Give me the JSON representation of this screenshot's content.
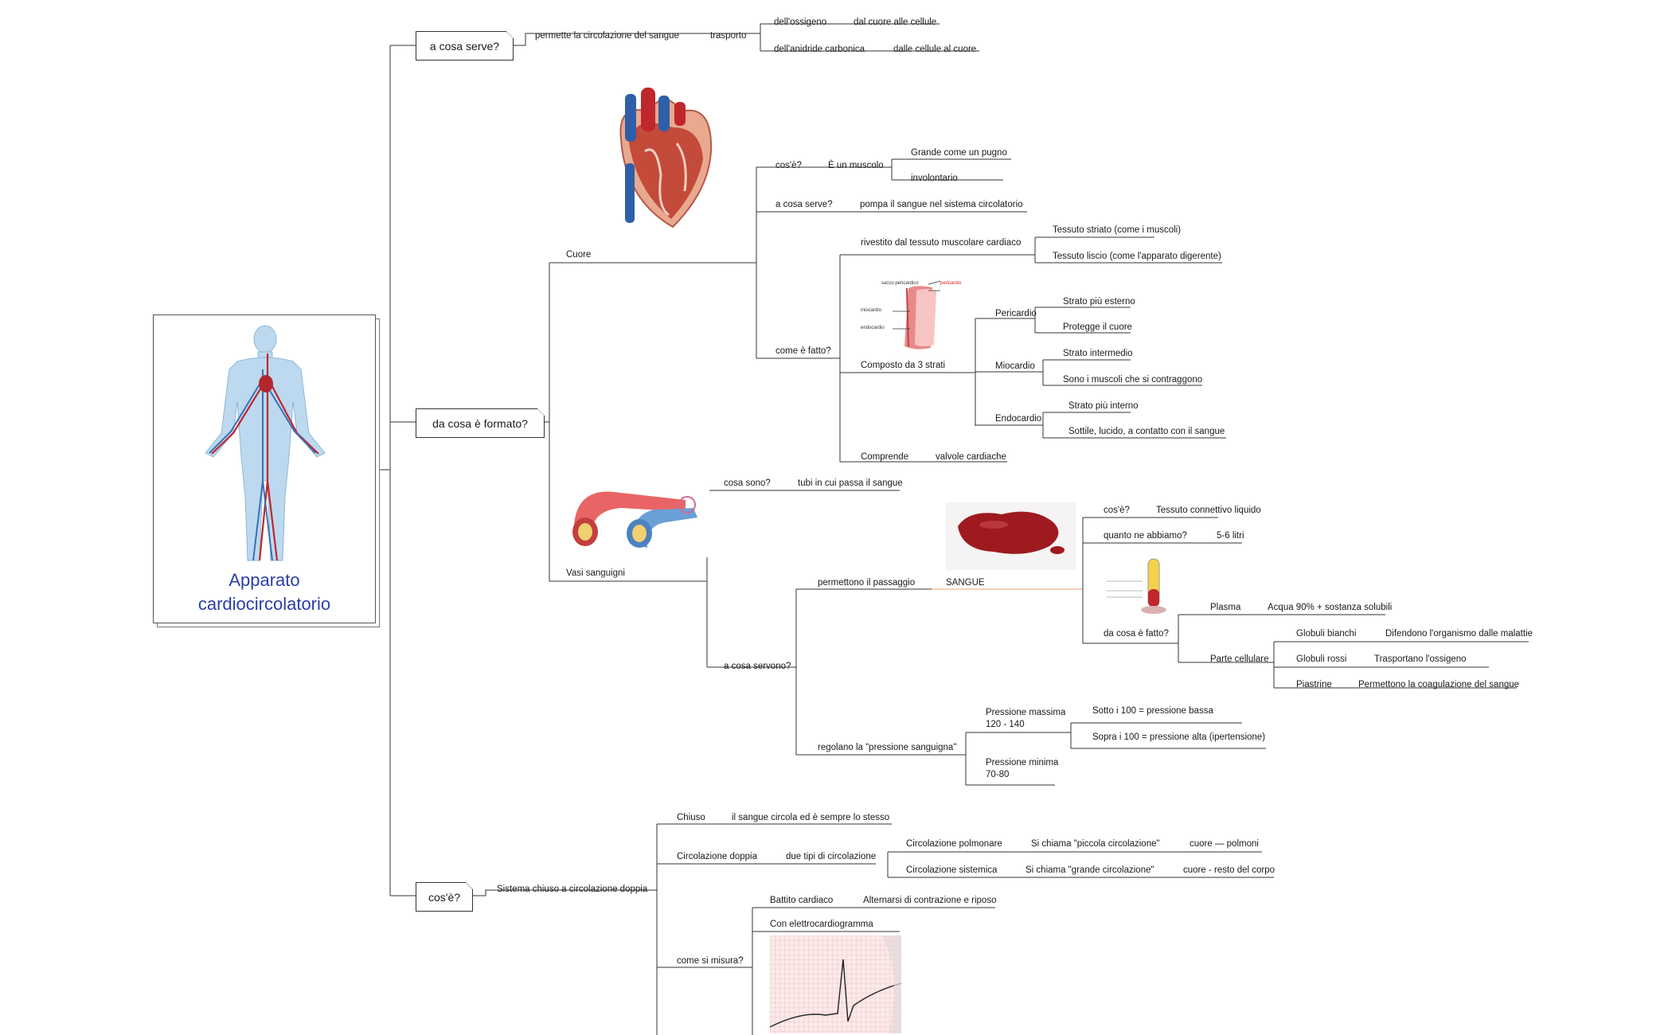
{
  "central": {
    "title_line1": "Apparato",
    "title_line2": "cardiocircolatorio"
  },
  "branches": {
    "serve": {
      "label": "a cosa serve?",
      "permette": "permette la circolazione del sangue",
      "trasporto": "trasporto",
      "ossigeno": "dell'ossigeno",
      "ossigeno_dir": "dal cuore alle cellule",
      "anidride": "dell'anidride carbonica",
      "anidride_dir": "dalle cellule al cuore"
    },
    "formato": {
      "label": "da cosa è formato?",
      "cuore": {
        "label": "Cuore",
        "cose": "cos'è?",
        "muscolo": "È un muscolo",
        "pugno": "Grande come un pugno",
        "involontario": "involontario",
        "serve": "a cosa serve?",
        "pompa": "pompa il sangue nel sistema circolatorio",
        "fatto": "come è fatto?",
        "rivestito": "rivestito dal tessuto muscolare cardiaco",
        "striato": "Tessuto striato (come i muscoli)",
        "liscio": "Tessuto liscio (come l'apparato digerente)",
        "strati": "Composto da 3 strati",
        "pericardio": "Pericardio",
        "peri_1": "Strato più esterno",
        "peri_2": "Protegge il cuore",
        "miocardio": "Miocardio",
        "mio_1": "Strato intermedio",
        "mio_2": "Sono i muscoli che si contraggono",
        "endocardio": "Endocardio",
        "endo_1": "Strato più interno",
        "endo_2": "Sottile, lucido, a contatto con il sangue",
        "comprende": "Comprende",
        "valvole": "valvole cardiache",
        "layer_labels": {
          "sacco": "sacco pericardico",
          "pericardio": "pericardio",
          "miocardio": "miocardio",
          "endocardio": "endocardio"
        }
      },
      "vasi": {
        "label": "Vasi sanguigni",
        "sono": "cosa sono?",
        "tubi": "tubi in cui passa il sangue",
        "servono": "a cosa servono?",
        "passaggio": "permettono il passaggio",
        "sangue": "SANGUE",
        "s_cose": "cos'è?",
        "connettivo": "Tessuto connettivo liquido",
        "quanto": "quanto ne abbiamo?",
        "litri": "5-6 litri",
        "s_fatto": "da cosa è fatto?",
        "plasma": "Plasma",
        "acqua": "Acqua 90% + sostanza solubili",
        "cellulare": "Parte cellulare",
        "bianchi": "Globuli bianchi",
        "bianchi_d": "Difendono l'organismo dalle malattie",
        "rossi": "Globuli rossi",
        "rossi_d": "Trasportano l'ossigeno",
        "piastrine": "Piastrine",
        "piastrine_d": "Permettono la coagulazione del sangue",
        "pressione": "regolano la \"pressione sanguigna\"",
        "massima_1": "Pressione massima",
        "massima_2": "120 - 140",
        "bassa": "Sotto i 100 = pressione bassa",
        "alta": "Sopra i 100 = pressione alta (ipertensione)",
        "minima_1": "Pressione minima",
        "minima_2": "70-80"
      }
    },
    "cose": {
      "label": "cos'è?",
      "sistema": "Sistema chiuso a circolazione doppia",
      "chiuso": "Chiuso",
      "chiuso_d": "il sangue circola ed è sempre lo stesso",
      "doppia": "Circolazione doppia",
      "due_tipi": "due tipi di circolazione",
      "polmonare": "Circolazione polmonare",
      "piccola": "Si chiama \"piccola circolazione\"",
      "cuore_polmoni": "cuore — polmoni",
      "sistemica": "Circolazione sistemica",
      "grande": "Si chiama \"grande circolazione\"",
      "cuore_corpo": "cuore - resto del corpo",
      "misura": "come si misura?",
      "battito": "Battito cardiaco",
      "alternarsi": "Alternarsi di contrazione e riposo",
      "ecg": "Con elettrocardiogramma"
    }
  },
  "colors": {
    "line": "#333333",
    "title": "#2a3fa6",
    "blood_link": "#f0a070"
  }
}
